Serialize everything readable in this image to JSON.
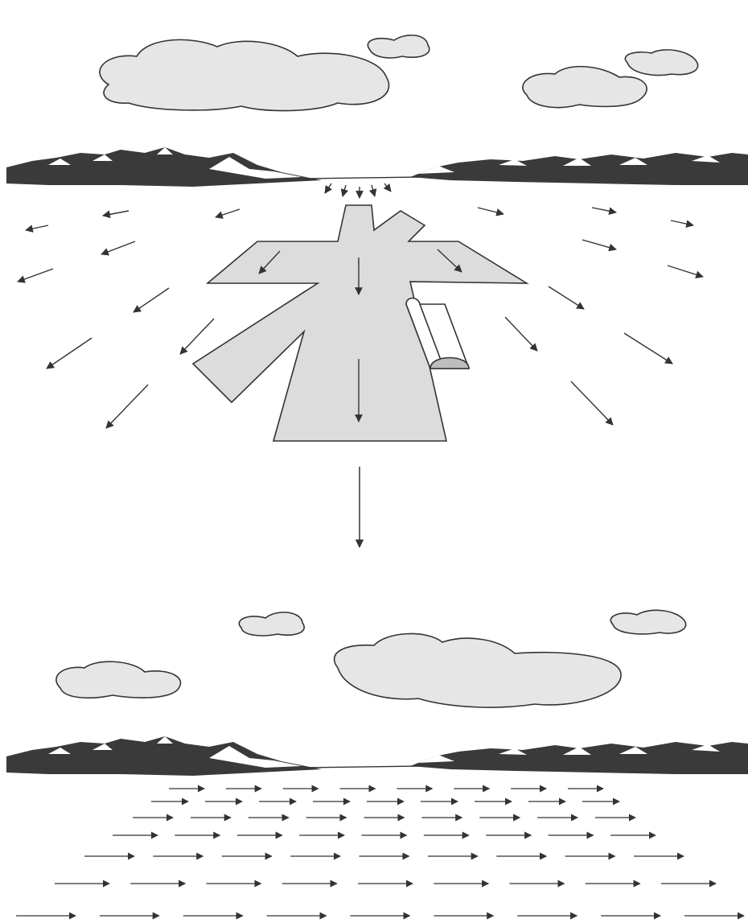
{
  "colors": {
    "ink": "#333333",
    "cloud_fill": "#e6e6e6",
    "terrain_fill": "#dcdcdc",
    "mountain_fill": "#3a3a3a",
    "snow_fill": "#ffffff",
    "shelter_fill": "#ffffff",
    "shelter_end_fill": "#bdbdbd"
  },
  "panels": [
    {
      "id": "top",
      "description_key": "converging-diverging-flow",
      "flow_direction": "radiating-out-from-center"
    },
    {
      "id": "bottom",
      "description_key": "uniform-flow",
      "flow_direction": "left-to-right"
    }
  ]
}
